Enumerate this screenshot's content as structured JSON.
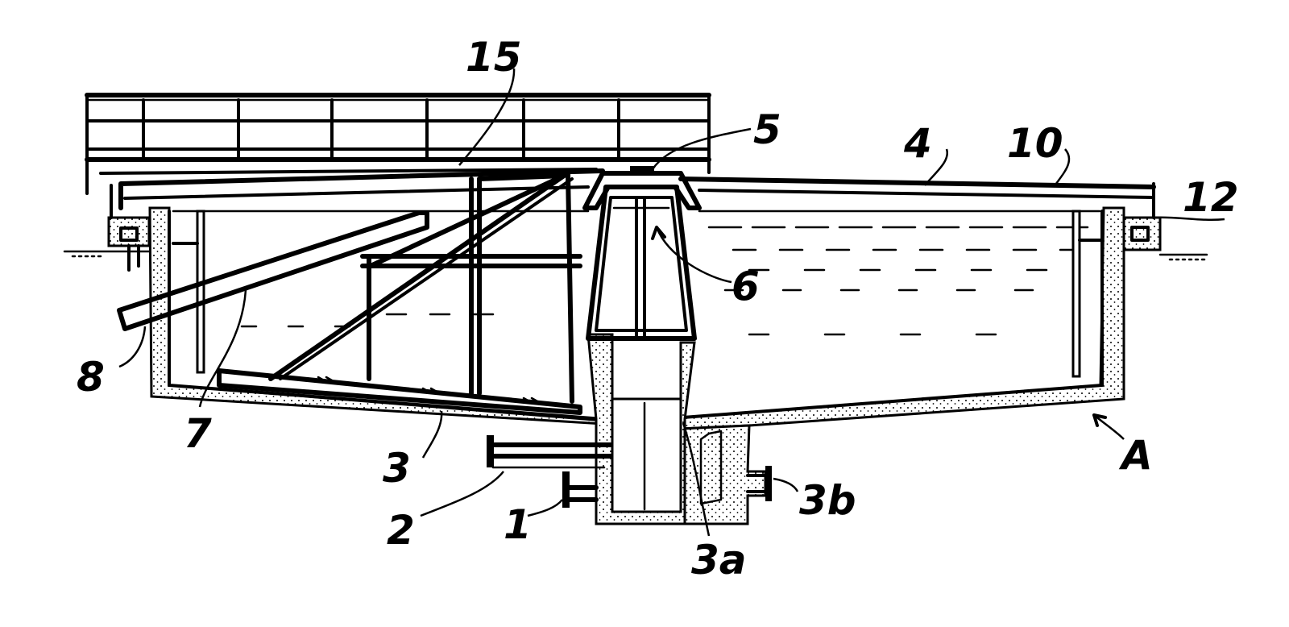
{
  "labels": {
    "l15": "15",
    "l5": "5",
    "l4": "4",
    "l10": "10",
    "l12": "12",
    "l6": "6",
    "l8": "8",
    "l7": "7",
    "l3": "3",
    "l2": "2",
    "l1": "1",
    "l3a": "3a",
    "l3b": "3b",
    "lA": "A"
  },
  "colors": {
    "ink": "#000000",
    "background": "#ffffff"
  }
}
